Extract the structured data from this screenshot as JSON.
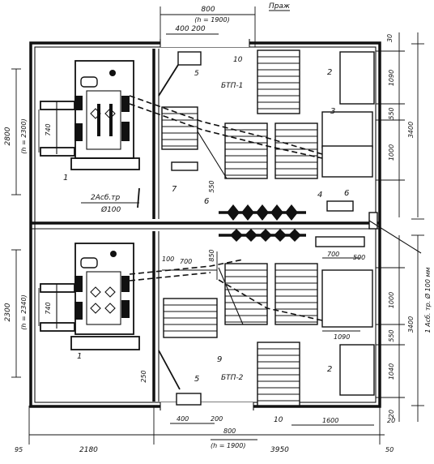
{
  "labels": {
    "top_dim_800": "800",
    "top_dim_800_sub": "(h = 1900)",
    "north_label": "Праж",
    "dim_400_200_top": "400 200",
    "label_5_top": "5",
    "label_10_top": "10",
    "label_btp1": "БТП-1",
    "label_2_top": "2",
    "label_3": "3",
    "label_1_top": "1",
    "label_7": "7",
    "label_4": "4",
    "label_6a": "6",
    "label_6b": "6",
    "pipe_label_top": "2Асб.тр",
    "pipe_label_bottom": "Ø100",
    "label_9": "9",
    "label_1_bot": "1",
    "label_5_bot": "5",
    "label_btp2": "БТП-2",
    "label_2_bot": "2",
    "label_10_bot": "10",
    "left_dim_top": "2800",
    "left_dim_top_sub": "(h = 2300)",
    "left_dim_bot": "2300",
    "left_dim_bot_sub": "(h = 2340)",
    "left_740_top": "740",
    "left_740_bot": "740",
    "dim_550": "550",
    "dim_100": "100",
    "dim_700_a": "700",
    "dim_850": "850",
    "dim_700_b": "700",
    "dim_500": "500",
    "dim_1090": "1090",
    "dim_250": "250",
    "right_30_top": "30",
    "right_1090_top": "1090",
    "right_550_top": "550",
    "right_3400_top": "3400",
    "right_1000_top": "1000",
    "right_1000_bot": "1000",
    "right_550_bot": "550",
    "right_3400_bot": "3400",
    "right_1040_bot": "1040",
    "right_20_bot": "20",
    "right_vertical_note": "1 Асб. тр. Ø 100 мм",
    "bottom_dim_400": "400",
    "bottom_dim_200": "200",
    "bottom_dim_800": "800",
    "bottom_dim_800_sub": "(h = 1900)",
    "bottom_dim_1600": "1600",
    "bottom_dim_20": "20",
    "bottom_dim_95": "95",
    "bottom_dim_2180": "2180",
    "bottom_dim_3950": "3950",
    "bottom_dim_50": "50"
  }
}
